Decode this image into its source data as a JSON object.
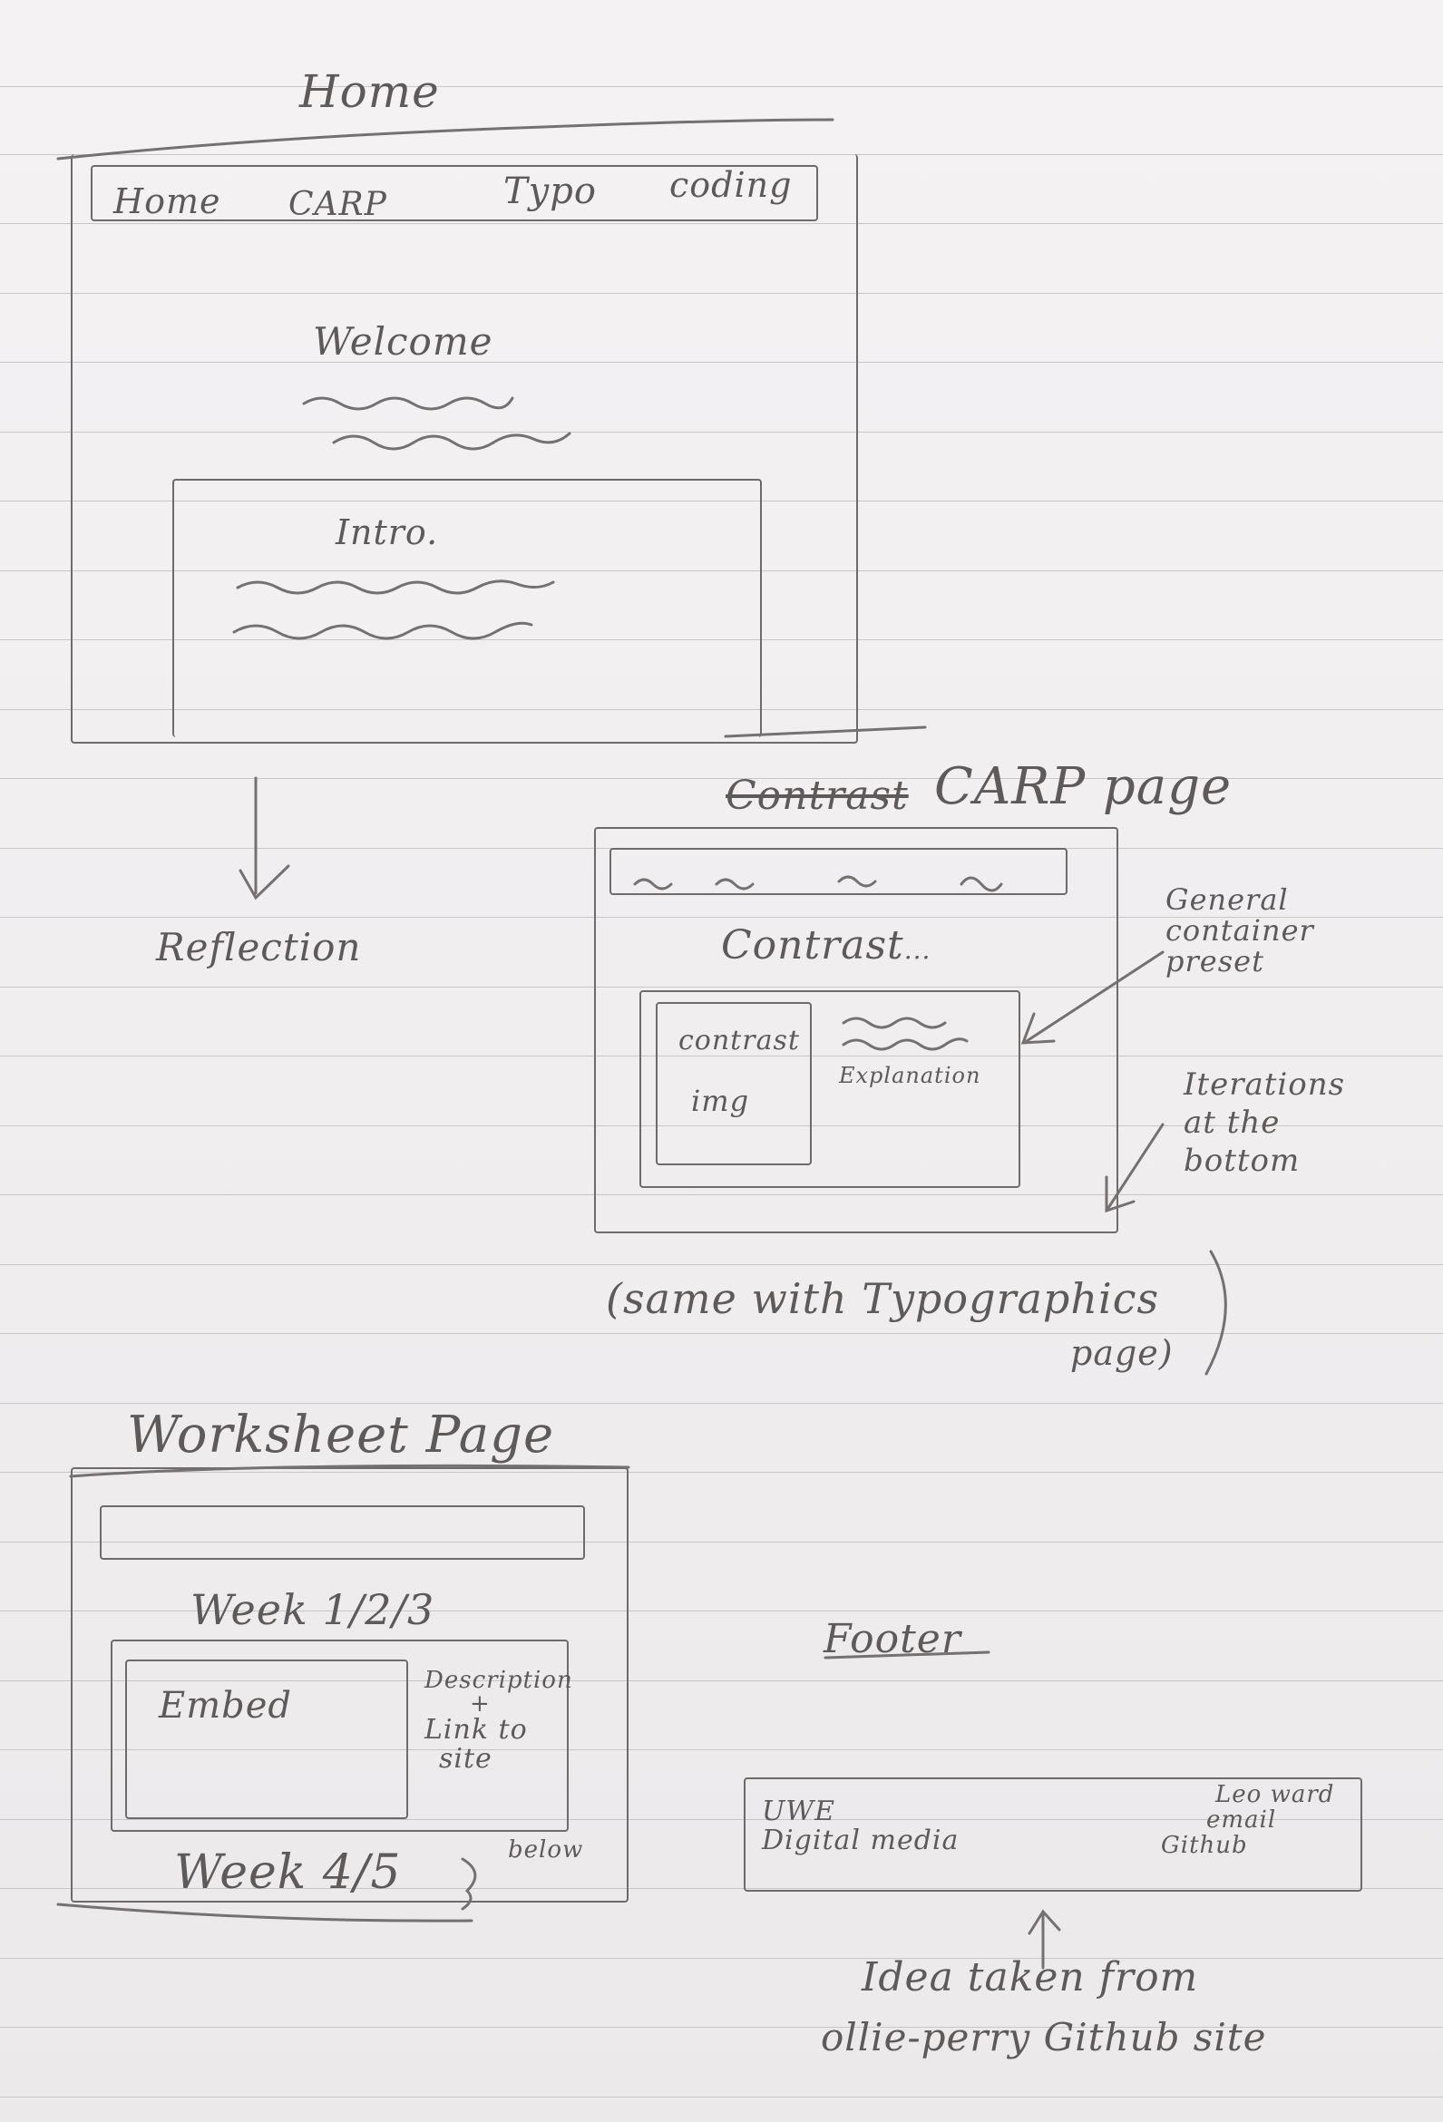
{
  "home": {
    "title": "Home",
    "nav": [
      "Home",
      "CARP",
      "Typo",
      "coding"
    ],
    "welcome": "Welcome",
    "intro": "Intro.",
    "reflection": "Reflection"
  },
  "carp": {
    "title_struck": "Contrast",
    "title": "CARP page",
    "heading": "Contrast",
    "heading_dots": "...",
    "img_line1": "contrast",
    "img_line2": "img",
    "explanation": "Explanation",
    "note_container": [
      "General",
      "container",
      "preset"
    ],
    "note_iterations": [
      "Iterations",
      "at the",
      "bottom"
    ],
    "same_with": "(same with Typographics",
    "same_with_tail": "page)"
  },
  "worksheet": {
    "title": "Worksheet Page",
    "weeks_top": "Week 1/2/3",
    "embed": "Embed",
    "description": [
      "Description",
      "+",
      "Link to",
      "site"
    ],
    "weeks_bottom": "Week 4/5",
    "below": "below"
  },
  "footer": {
    "title": "Footer",
    "left": [
      "UWE",
      "Digital media"
    ],
    "right": [
      "Leo ward",
      "email",
      "Github"
    ],
    "idea": "Idea taken from",
    "source": "ollie-perry Github site"
  }
}
